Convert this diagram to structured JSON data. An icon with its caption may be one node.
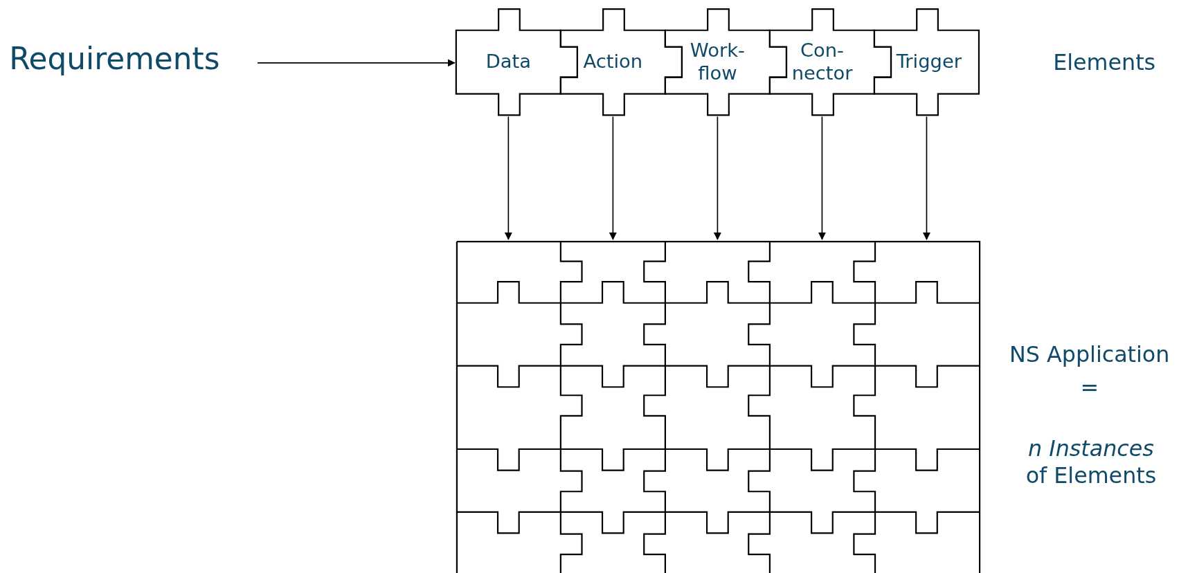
{
  "diagram": {
    "nodes": [
      {
        "text": [
          "Requirements"
        ]
      },
      {
        "text": [
          "Data"
        ]
      },
      {
        "text": [
          "Action"
        ]
      },
      {
        "text": [
          "Work- flow"
        ]
      },
      {
        "text": [
          "Con- nector"
        ]
      },
      {
        "text": [
          "Trigger"
        ]
      },
      {
        "text": [],
        "shape": "puzzle"
      }
    ],
    "edges": [
      {
        "from": 0,
        "to": 1,
        "arrow": "to"
      },
      {
        "from": 1,
        "to": 6,
        "arrow": "to"
      },
      {
        "from": 2,
        "to": 6,
        "arrow": "to"
      },
      {
        "from": 3,
        "to": 6,
        "arrow": "to"
      },
      {
        "from": 4,
        "to": 6,
        "arrow": "to"
      },
      {
        "from": 5,
        "to": 6,
        "arrow": "to"
      }
    ],
    "labels": [
      "Elements",
      "NS Application",
      "=",
      "*n Instances* of Elements"
    ]
  }
}
